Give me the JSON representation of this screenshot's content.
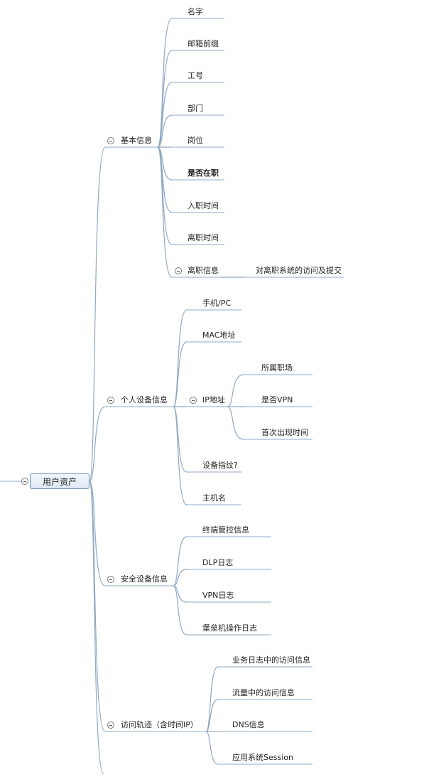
{
  "mindmap": {
    "root": "用户资产",
    "branches": [
      {
        "label": "基本信息",
        "children": [
          {
            "label": "名字"
          },
          {
            "label": "邮箱前缀"
          },
          {
            "label": "工号"
          },
          {
            "label": "部门"
          },
          {
            "label": "岗位"
          },
          {
            "label": "是否在职",
            "bold": true
          },
          {
            "label": "入职时间"
          },
          {
            "label": "离职时间"
          },
          {
            "label": "离职信息",
            "children": [
              {
                "label": "对离职系统的访问及提交"
              }
            ]
          }
        ]
      },
      {
        "label": "个人设备信息",
        "children": [
          {
            "label": "手机/PC"
          },
          {
            "label": "MAC地址"
          },
          {
            "label": "IP地址",
            "children": [
              {
                "label": "所属职场"
              },
              {
                "label": "是否VPN"
              },
              {
                "label": "首次出现时间"
              }
            ]
          },
          {
            "label": "设备指纹?"
          },
          {
            "label": "主机名"
          }
        ]
      },
      {
        "label": "安全设备信息",
        "children": [
          {
            "label": "终端管控信息"
          },
          {
            "label": "DLP日志"
          },
          {
            "label": "VPN日志"
          },
          {
            "label": "堡垒机操作日志"
          }
        ]
      },
      {
        "label": "访问轨迹（含时间IP）",
        "children": [
          {
            "label": "业务日志中的访问信息"
          },
          {
            "label": "流量中的访问信息"
          },
          {
            "label": "DNS信息"
          },
          {
            "label": "应用系统Session"
          }
        ]
      }
    ]
  }
}
